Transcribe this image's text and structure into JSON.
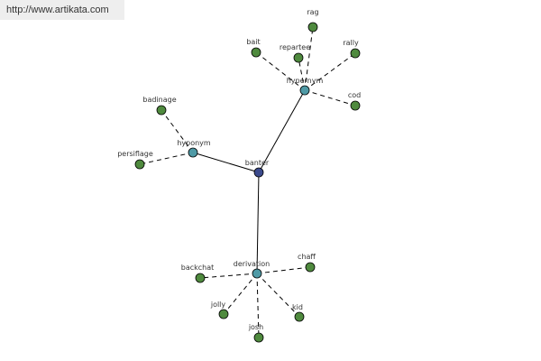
{
  "watermark": "http://www.artikata.com",
  "colors": {
    "center": "#3b4a8c",
    "relation": "#4f9aa6",
    "leaf": "#4f8a3e",
    "edge": "#000000",
    "watermark_bg": "#eeeeee"
  },
  "nodes": {
    "banter": {
      "label": "banter"
    },
    "hypernym": {
      "label": "hypernym"
    },
    "hyponym": {
      "label": "hyponym"
    },
    "derivation": {
      "label": "derivation"
    },
    "rag": {
      "label": "rag"
    },
    "bait": {
      "label": "bait"
    },
    "repartee": {
      "label": "repartee"
    },
    "rally": {
      "label": "rally"
    },
    "cod": {
      "label": "cod"
    },
    "badinage": {
      "label": "badinage"
    },
    "persiflage": {
      "label": "persiflage"
    },
    "backchat": {
      "label": "backchat"
    },
    "chaff": {
      "label": "chaff"
    },
    "jolly": {
      "label": "jolly"
    },
    "kid": {
      "label": "kid"
    },
    "josh": {
      "label": "josh"
    }
  }
}
